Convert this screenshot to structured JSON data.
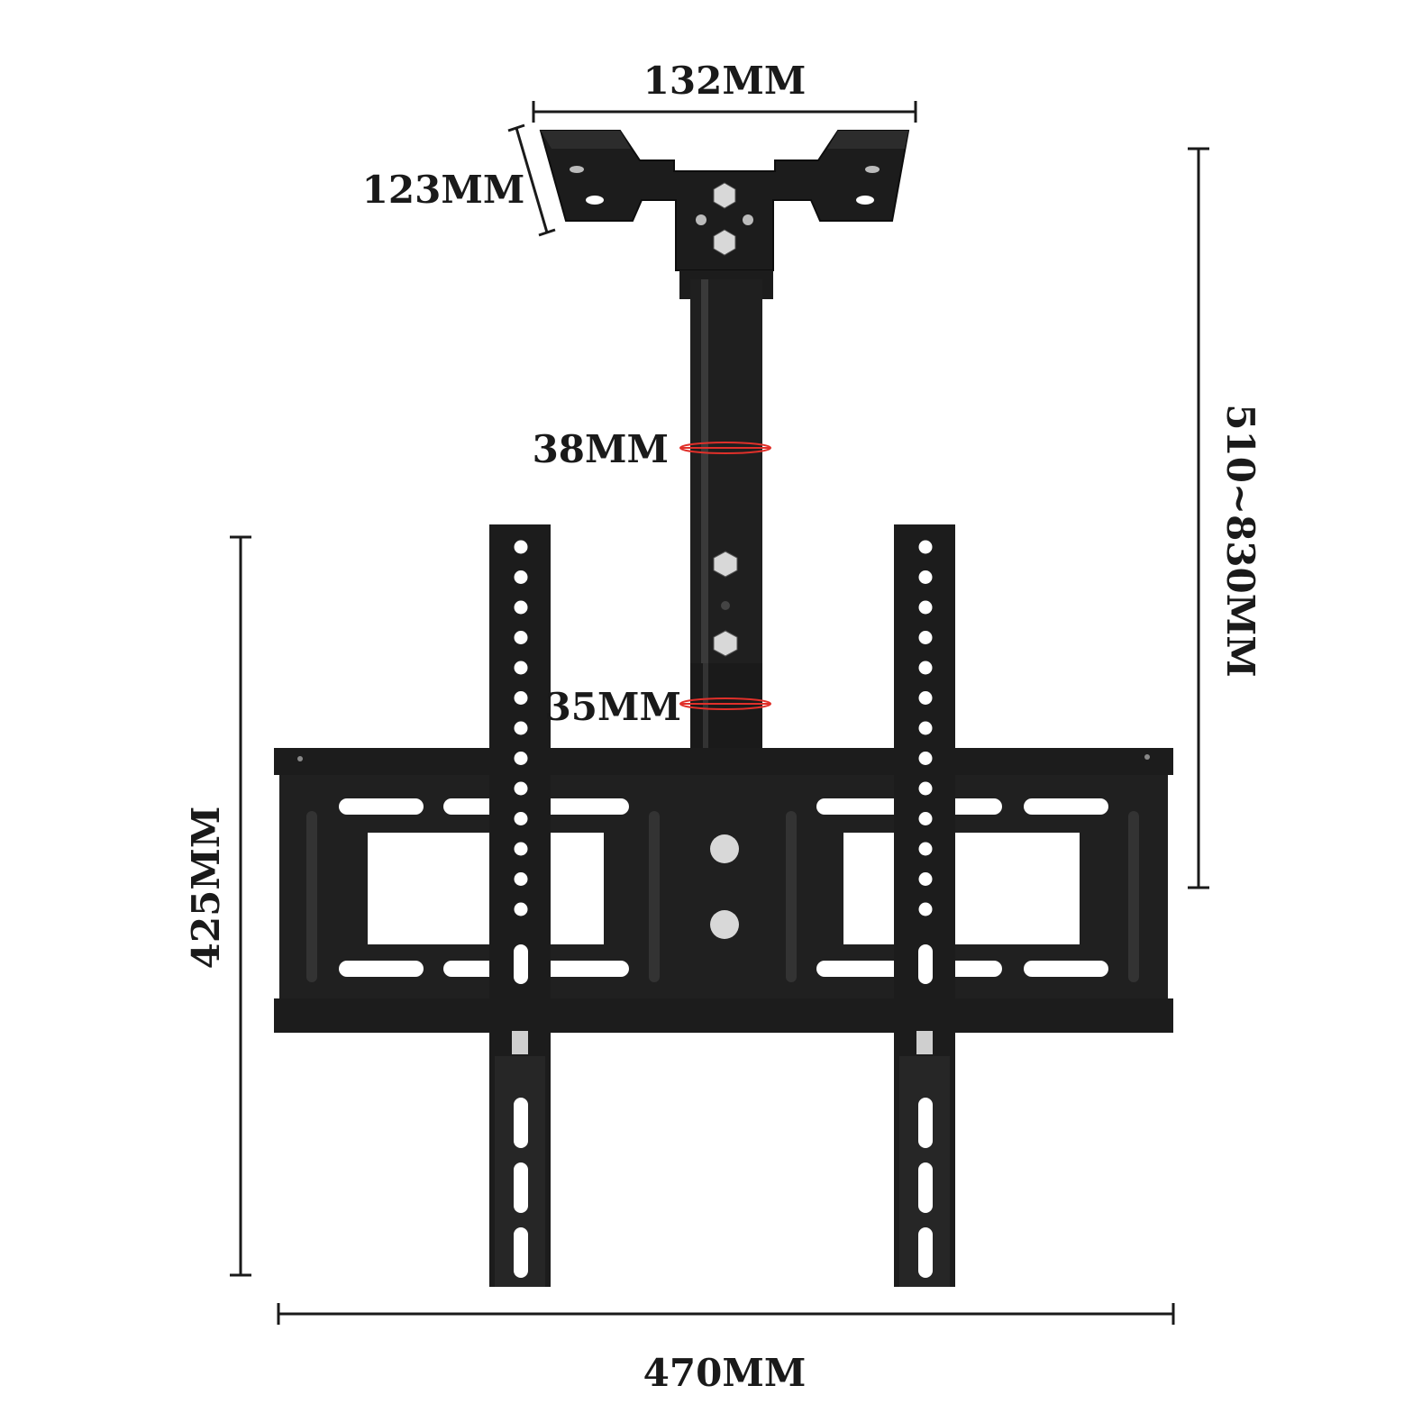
{
  "dimensions": {
    "plate_width": "132MM",
    "plate_depth": "123MM",
    "upper_tube_diameter": "38MM",
    "lower_tube_diameter": "35MM",
    "overall_height": "510~830MM",
    "bracket_height": "425MM",
    "bracket_width": "470MM"
  },
  "colors": {
    "metal": "#1c1c1c",
    "metal_edge": "#0d0d0d",
    "hole": "#ffffff",
    "bolt": "#d8d8d8",
    "dimension_line": "#1a1a1a",
    "diameter_marker": "#e0302a",
    "background": "#ffffff"
  }
}
